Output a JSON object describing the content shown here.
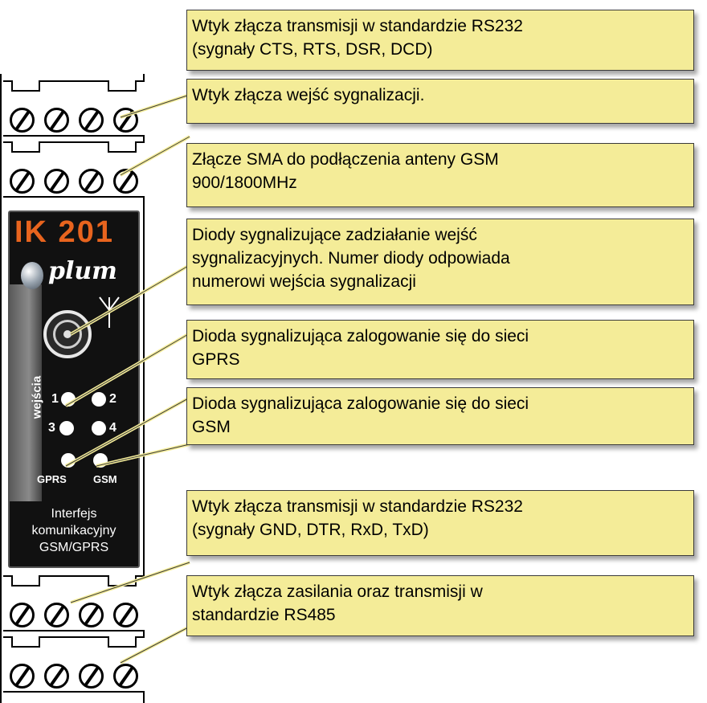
{
  "device": {
    "model": "IK 201",
    "logo": "plum",
    "side_label": "wejścia",
    "leds": [
      {
        "label": "1",
        "id": "1"
      },
      {
        "label": "2",
        "id": "2"
      },
      {
        "label": "3",
        "id": "3"
      },
      {
        "label": "4",
        "id": "4"
      }
    ],
    "status_leds": [
      {
        "label": "GPRS"
      },
      {
        "label": "GSM"
      }
    ],
    "footer": [
      "Interfejs",
      "komunikacyjny",
      "GSM/GPRS"
    ],
    "colors": {
      "model": "#e8641e",
      "panel": "#111111",
      "callout": "#f4ec98"
    }
  },
  "callouts": [
    {
      "lines": [
        "Wtyk złącza transmisji w standardzie RS232",
        "(sygnały CTS, RTS, DSR, DCD)"
      ]
    },
    {
      "lines": [
        "Wtyk złącza wejść sygnalizacji."
      ]
    },
    {
      "lines": [
        "Złącze SMA do podłączenia anteny GSM",
        "900/1800MHz"
      ]
    },
    {
      "lines": [
        "Diody sygnalizujące zadziałanie wejść",
        "sygnalizacyjnych. Numer diody odpowiada",
        "numerowi wejścia sygnalizacji"
      ]
    },
    {
      "lines": [
        "Dioda sygnalizująca zalogowanie się do sieci",
        "GPRS"
      ]
    },
    {
      "lines": [
        "Dioda sygnalizująca zalogowanie się do sieci",
        "GSM"
      ]
    },
    {
      "lines": [
        "Wtyk złącza transmisji w standardzie RS232",
        "(sygnały GND, DTR, RxD, TxD)"
      ]
    },
    {
      "lines": [
        "Wtyk złącza zasilania oraz transmisji w",
        "standardzie RS485"
      ]
    }
  ]
}
